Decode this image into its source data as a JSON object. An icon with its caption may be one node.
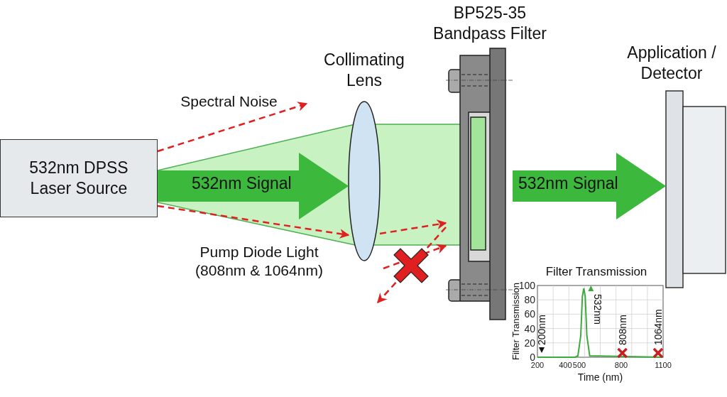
{
  "diagram": {
    "nodes": [
      {
        "text": [
          "532nm DPSS Laser Source"
        ]
      },
      {
        "text": [
          "Collimating Lens"
        ]
      },
      {
        "text": [
          "BP525-35 Bandpass Filter"
        ]
      },
      {
        "text": [
          "Application / Detector"
        ]
      }
    ],
    "edges": [
      {
        "from": 0,
        "to": 1,
        "arrow": "to",
        "label": "532nm Signal",
        "style": "thick",
        "color": "#3cb83c"
      },
      {
        "from": 2,
        "to": 3,
        "arrow": "to",
        "label": "532nm Signal",
        "style": "thick",
        "color": "#3cb83c"
      },
      {
        "from": 0,
        "to": null,
        "arrow": "to",
        "label": "Spectral Noise",
        "style": "dashed",
        "color": "#e02020"
      },
      {
        "from": 0,
        "to": 1,
        "arrow": "to",
        "label": "Pump Diode Light (808nm & 1064nm)",
        "style": "dashed",
        "color": "#e02020"
      },
      {
        "from": 1,
        "to": 2,
        "arrow": "to",
        "style": "dashed",
        "color": "#e02020"
      },
      {
        "from": null,
        "to": 2,
        "arrow": "to",
        "style": "dashed",
        "color": "#e02020"
      },
      {
        "from": 2,
        "to": null,
        "arrow": "to",
        "style": "dashed",
        "color": "#e02020"
      }
    ],
    "chart_data": {
      "type": "line",
      "title": "Filter Transmission",
      "xlabel": "Time (nm)",
      "ylabel": "Filter Transmission",
      "x": [
        200,
        470,
        490,
        510,
        522,
        532,
        542,
        554,
        574,
        1100
      ],
      "series": [
        {
          "color": "#3caa3c",
          "values": [
            0,
            0,
            2,
            30,
            85,
            96,
            85,
            30,
            2,
            0
          ]
        }
      ],
      "xlim": [
        200,
        1100
      ],
      "ylim": [
        0,
        100
      ],
      "xticks": [
        200,
        400,
        500,
        800,
        1100
      ],
      "yticks": [
        0,
        20,
        40,
        60,
        80,
        100
      ],
      "grid": true,
      "annotations": [
        "200nm",
        "532nm",
        "808nm",
        "1064nm"
      ]
    }
  }
}
